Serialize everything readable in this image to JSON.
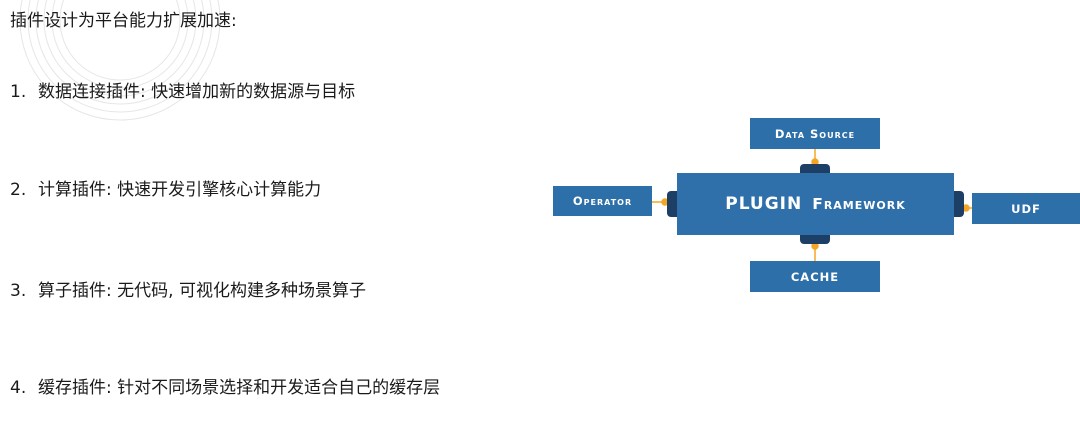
{
  "heading": "插件设计为平台能力扩展加速:",
  "items": [
    {
      "num": "1.",
      "text": "数据连接插件: 快速增加新的数据源与目标"
    },
    {
      "num": "2.",
      "text": "计算插件: 快速开发引擎核心计算能力"
    },
    {
      "num": "3.",
      "text": "算子插件: 无代码, 可视化构建多种场景算子"
    },
    {
      "num": "4.",
      "text": "缓存插件: 针对不同场景选择和开发适合自己的缓存层"
    }
  ],
  "diagram": {
    "main_label_1": "PLUGIN",
    "main_label_2": "Framework",
    "data_source": "Data Source",
    "operator": "Operator",
    "udf": "UDF",
    "cache": "CACHE"
  },
  "colors": {
    "box": "#2d6fa9",
    "tab": "#1d3f66",
    "connector": "#f5a524"
  }
}
